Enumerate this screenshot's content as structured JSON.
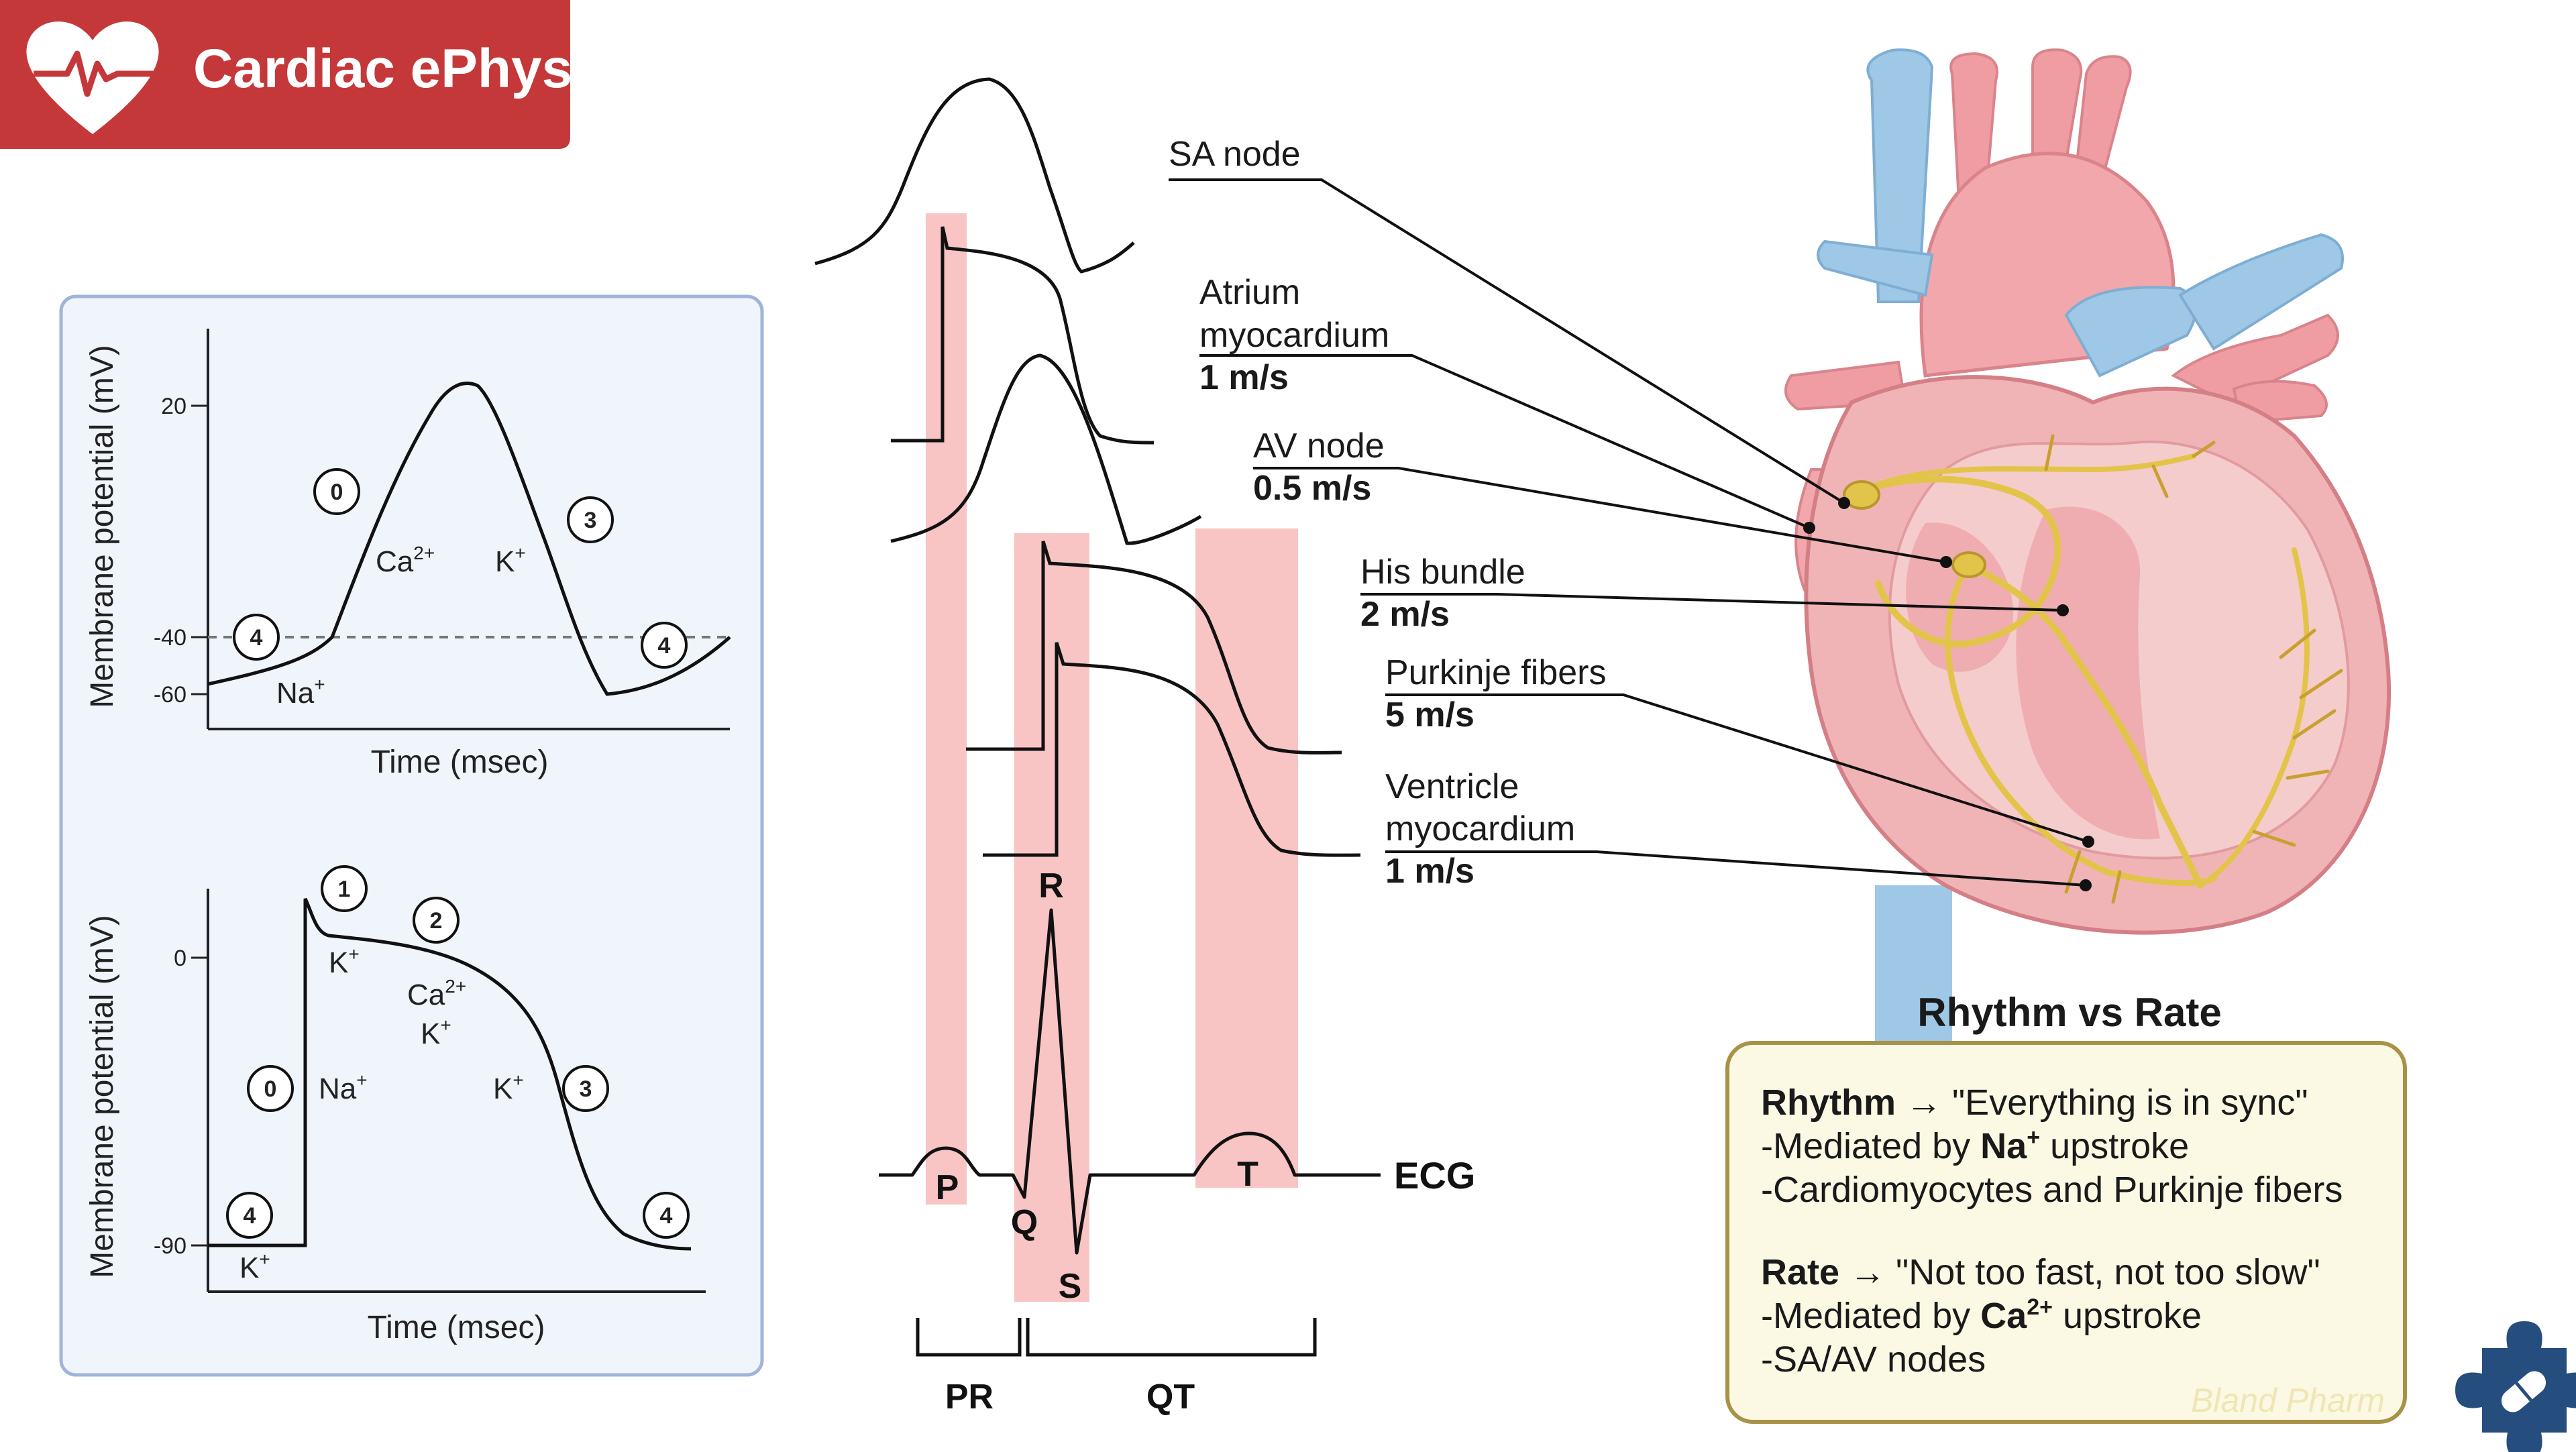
{
  "header": {
    "title": "Cardiac ePhys"
  },
  "graph1": {
    "ylabel": "Membrane potential (mV)",
    "xlabel": "Time (msec)",
    "ticks": [
      "20",
      "-40",
      "-60"
    ],
    "phases": [
      "0",
      "3",
      "4",
      "4"
    ],
    "ions": {
      "ca": "Ca",
      "ca_sup": "2+",
      "k": "K",
      "k_sup": "+",
      "na": "Na",
      "na_sup": "+"
    }
  },
  "graph2": {
    "ylabel": "Membrane potential (mV)",
    "xlabel": "Time (msec)",
    "ticks": [
      "0",
      "-90"
    ],
    "phases": [
      "1",
      "2",
      "0",
      "3",
      "4",
      "4"
    ],
    "ions": {
      "k1": "K",
      "k1_sup": "+",
      "ca": "Ca",
      "ca_sup": "2+",
      "k2": "K",
      "k2_sup": "+",
      "na": "Na",
      "na_sup": "+",
      "k3": "K",
      "k3_sup": "+",
      "k4": "K",
      "k4_sup": "+"
    }
  },
  "labels": {
    "sa_node": "SA node",
    "atrium_1": "Atrium",
    "atrium_2": "myocardium",
    "atrium_speed": "1 m/s",
    "av_node": "AV node",
    "av_speed": "0.5 m/s",
    "his": "His bundle",
    "his_speed": "2 m/s",
    "purkinje": "Purkinje fibers",
    "purkinje_speed": "5 m/s",
    "ventricle_1": "Ventricle",
    "ventricle_2": "myocardium",
    "ventricle_speed": "1 m/s"
  },
  "ecg": {
    "label": "ECG",
    "waves": {
      "p": "P",
      "q": "Q",
      "r": "R",
      "s": "S",
      "t": "T"
    },
    "intervals": {
      "pr": "PR",
      "qt": "QT"
    }
  },
  "rhythm_box": {
    "title": "Rhythm vs Rate",
    "rhythm_word": "Rhythm",
    "rhythm_quote": " → \"Everything is in sync\"",
    "rhythm_med_pre": "-Mediated by ",
    "rhythm_med_ion": "Na",
    "rhythm_med_sup": "+",
    "rhythm_med_post": " upstroke",
    "rhythm_cells": "-Cardiomyocytes and Purkinje fibers",
    "rate_word": "Rate",
    "rate_quote": " → \"Not too fast, not too slow\"",
    "rate_med_pre": "-Mediated by ",
    "rate_med_ion": "Ca",
    "rate_med_sup": "2+",
    "rate_med_post": " upstroke",
    "rate_nodes": "-SA/AV nodes"
  },
  "watermark": "Bland Pharm",
  "colors": {
    "brand_red": "#c5383a",
    "panel_bg": "#f0f4fb",
    "panel_border": "#9fb4d9",
    "band_pink": "#f8c4c4",
    "box_bg": "#fbf8e4",
    "box_border": "#a89248",
    "heart_pink": "#f1b4b6",
    "vessel_blue": "#9fc7e6",
    "conduction_yellow": "#e3c44a",
    "logo_navy": "#254d7e"
  },
  "icons": [
    "heart-ecg-icon",
    "puzzle-pill-icon"
  ]
}
